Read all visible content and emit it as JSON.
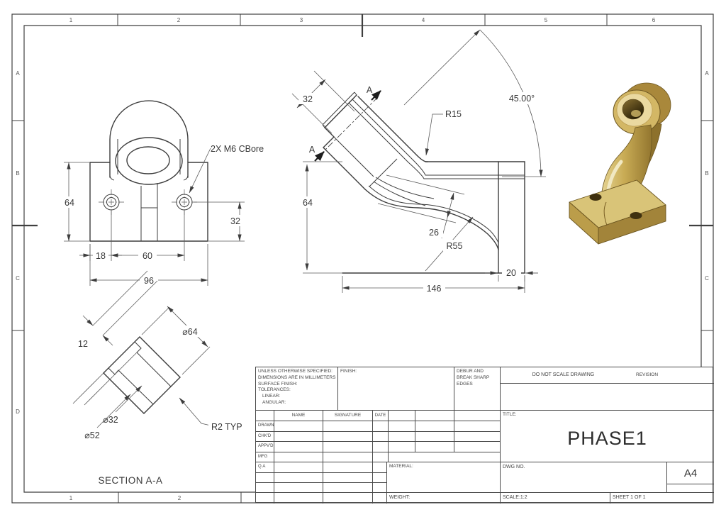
{
  "sheet": {
    "zones": {
      "top": [
        "1",
        "2",
        "3",
        "4",
        "5",
        "6"
      ],
      "bottom": [
        "1",
        "2"
      ],
      "left": [
        "A",
        "B",
        "C",
        "D"
      ],
      "right": [
        "A",
        "B",
        "C"
      ]
    }
  },
  "views": {
    "front": {
      "height": "64",
      "hole_height": "32",
      "edge_offset": "18",
      "hole_spacing": "60",
      "width": "96",
      "cbore_note": "2X M6 CBore"
    },
    "side": {
      "boss_width": "32",
      "height": "64",
      "web_thickness": "26",
      "base_depth": "20",
      "length": "146",
      "angle": "45.00°",
      "top_radius": "R15",
      "web_radius": "R55",
      "section_mark": "A"
    },
    "section": {
      "label": "SECTION A-A",
      "cbore_depth": "12",
      "outer_dia": "⌀64",
      "bore_dia": "⌀32",
      "cbore_dia": "⌀52",
      "fillet_note": "R2 TYP"
    }
  },
  "title_block": {
    "notes": [
      "UNLESS OTHERWISE SPECIFIED:",
      "DIMENSIONS ARE IN MILLIMETERS",
      "SURFACE FINISH:",
      "TOLERANCES:",
      "LINEAR:",
      "ANGULAR:"
    ],
    "finish": "FINISH:",
    "deburr": [
      "DEBUR AND",
      "BREAK SHARP",
      "EDGES"
    ],
    "do_not_scale": "DO NOT SCALE DRAWING",
    "revision": "REVISION",
    "cols": {
      "name": "NAME",
      "signature": "SIGNATURE",
      "date": "DATE"
    },
    "rows": [
      "DRAWN",
      "CHK'D",
      "APPV'D",
      "MFG",
      "Q.A"
    ],
    "title_label": "TITLE:",
    "title": "PHASE1",
    "material": "MATERIAL:",
    "weight": "WEIGHT:",
    "dwg_no": "DWG NO.",
    "size": "A4",
    "scale": "SCALE:1:2",
    "sheet": "SHEET 1 OF 1"
  },
  "colors": {
    "line": "#3d3d3d",
    "brass_light": "#ecdfae",
    "brass_mid": "#c9ac55",
    "brass_dark": "#8d712c",
    "background": "#ffffff"
  }
}
